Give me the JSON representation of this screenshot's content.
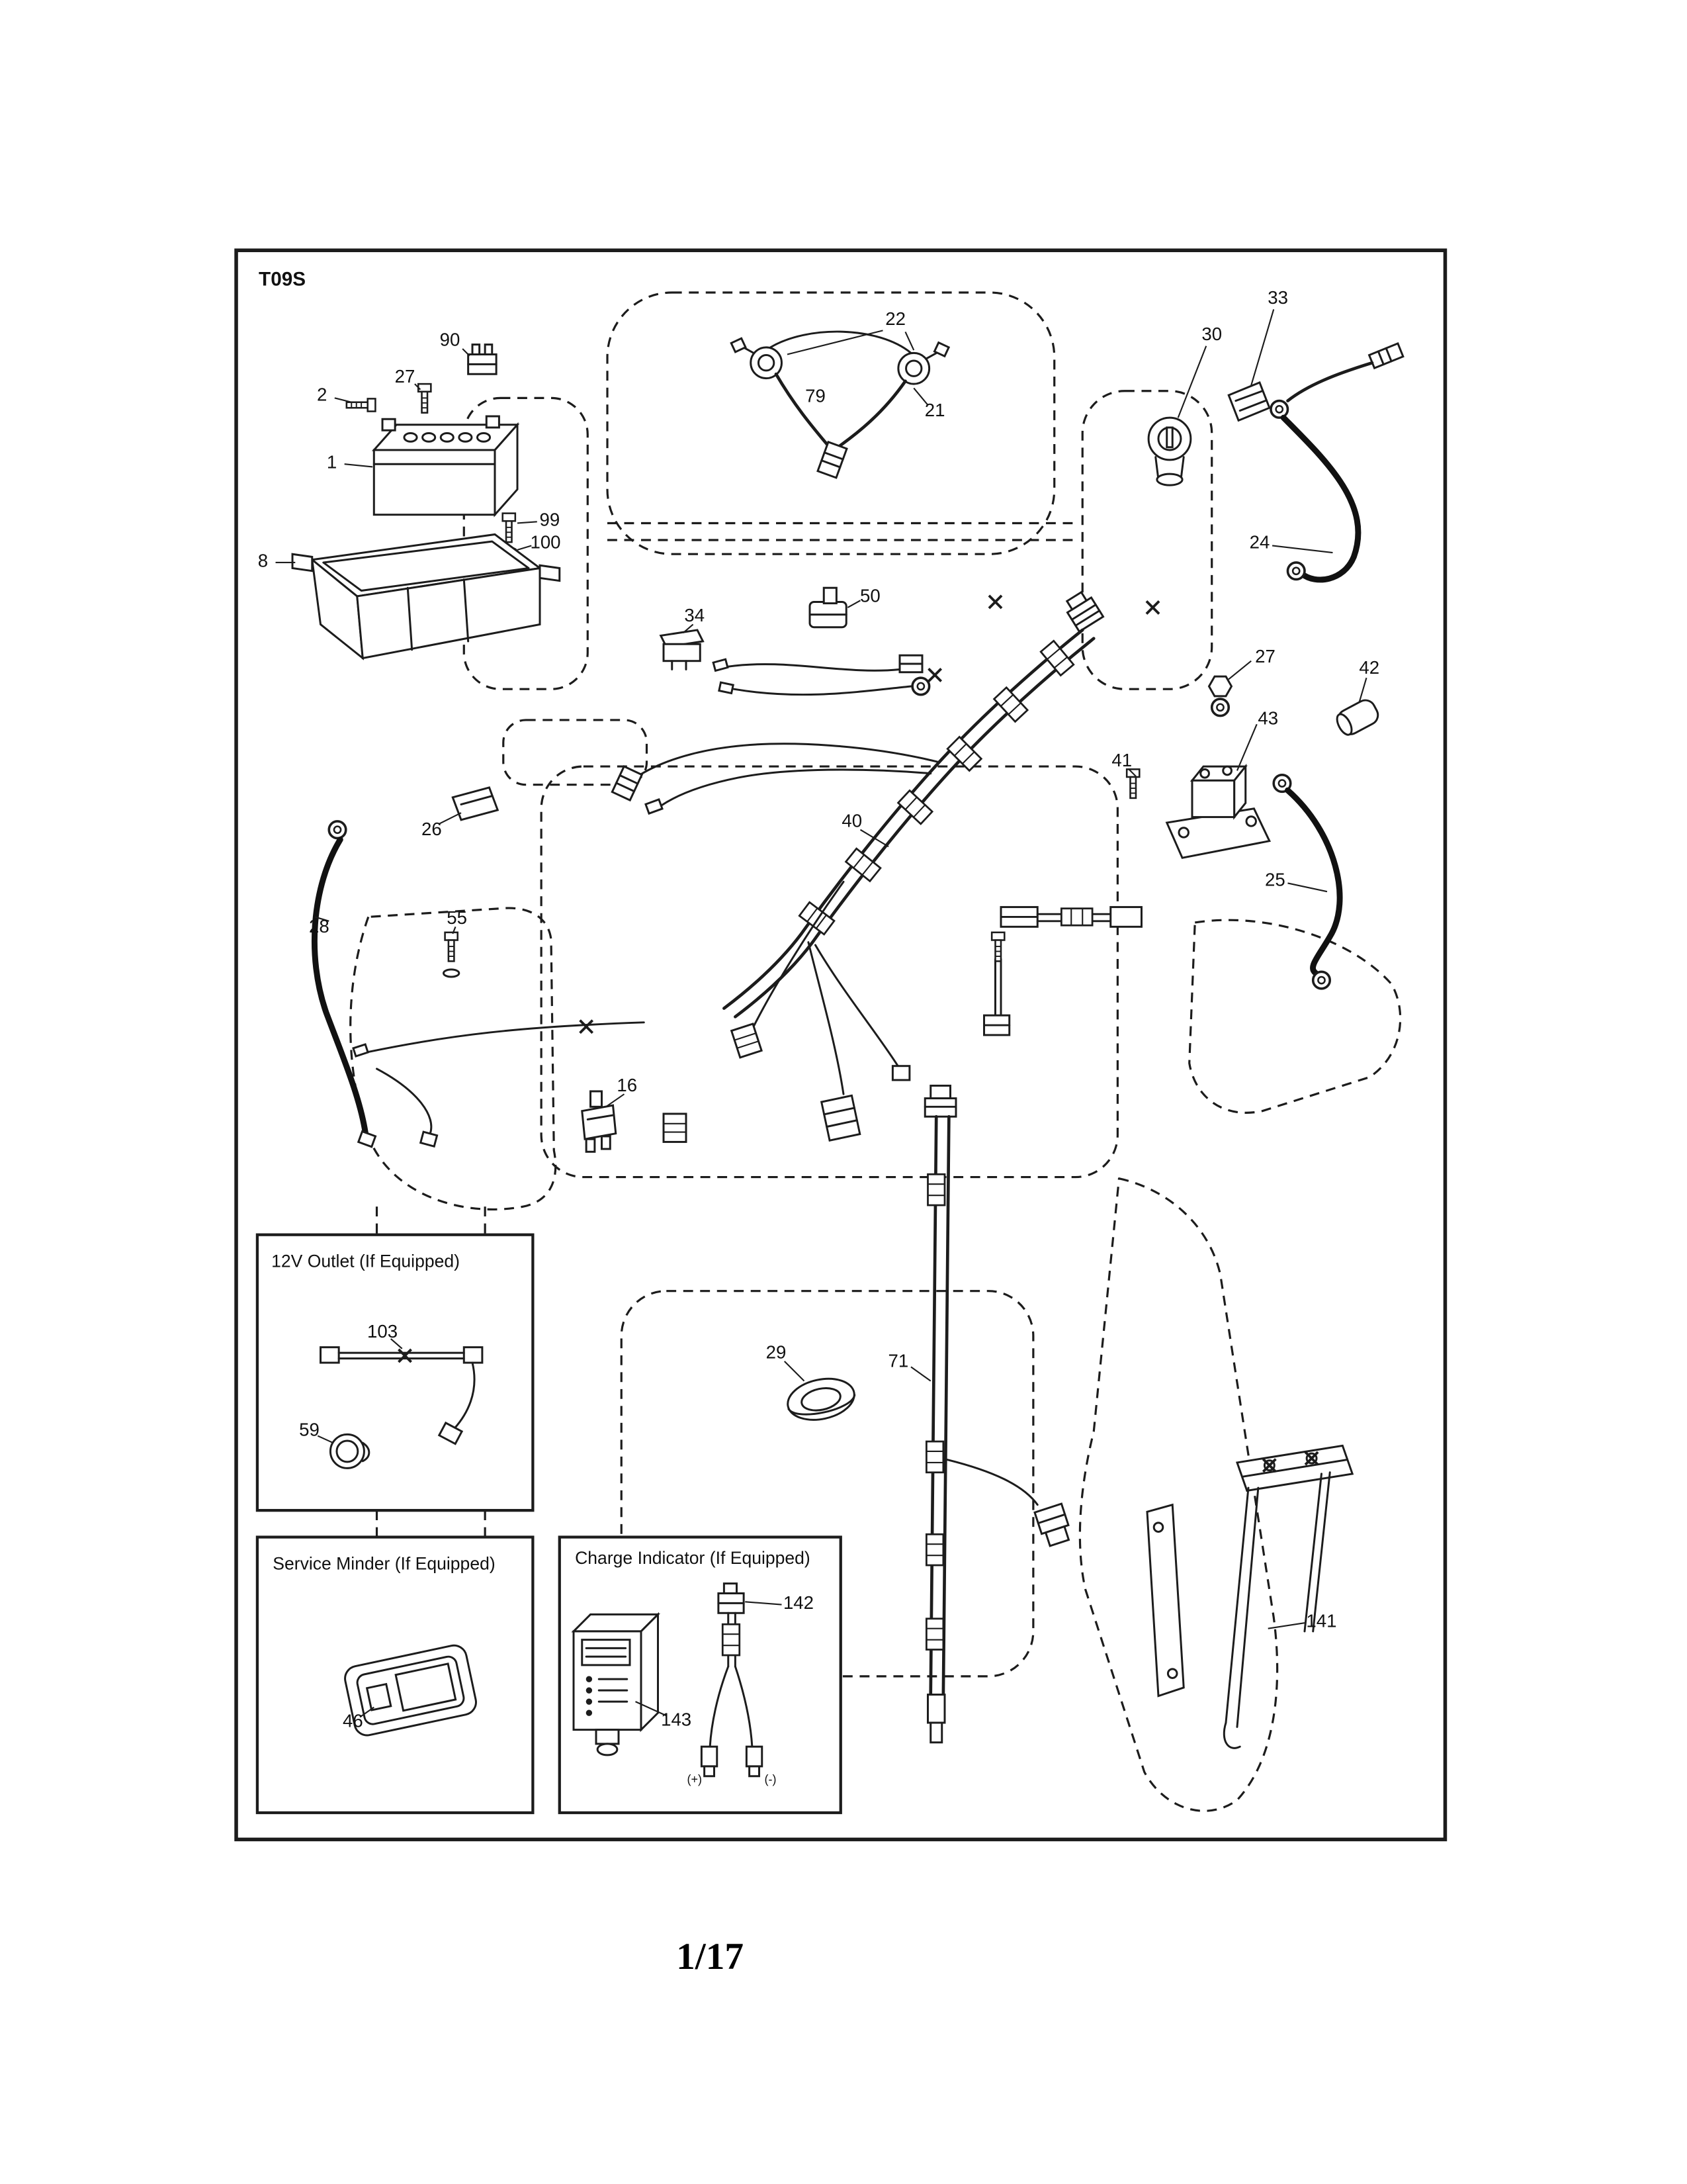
{
  "page": {
    "diagram_code": "T09S",
    "page_number": "1/17"
  },
  "insets": {
    "outlet_12v": {
      "title": "12V Outlet (If Equipped)"
    },
    "service_minder": {
      "title": "Service Minder (If Equipped)"
    },
    "charge_indicator": {
      "title": "Charge Indicator (If Equipped)",
      "plus_label": "(+)",
      "minus_label": "(-)"
    }
  },
  "part_labels": {
    "p1": "1",
    "p2": "2",
    "p8": "8",
    "p16": "16",
    "p21": "21",
    "p22": "22",
    "p24": "24",
    "p25": "25",
    "p26": "26",
    "p27_battery": "27",
    "p27_solenoid": "27",
    "p28": "28",
    "p29": "29",
    "p30": "30",
    "p33": "33",
    "p34": "34",
    "p40": "40",
    "p41": "41",
    "p42": "42",
    "p43": "43",
    "p46": "46",
    "p50": "50",
    "p55": "55",
    "p59": "59",
    "p71": "71",
    "p79": "79",
    "p90": "90",
    "p99": "99",
    "p100": "100",
    "p103": "103",
    "p141": "141",
    "p142": "142",
    "p143": "143"
  }
}
